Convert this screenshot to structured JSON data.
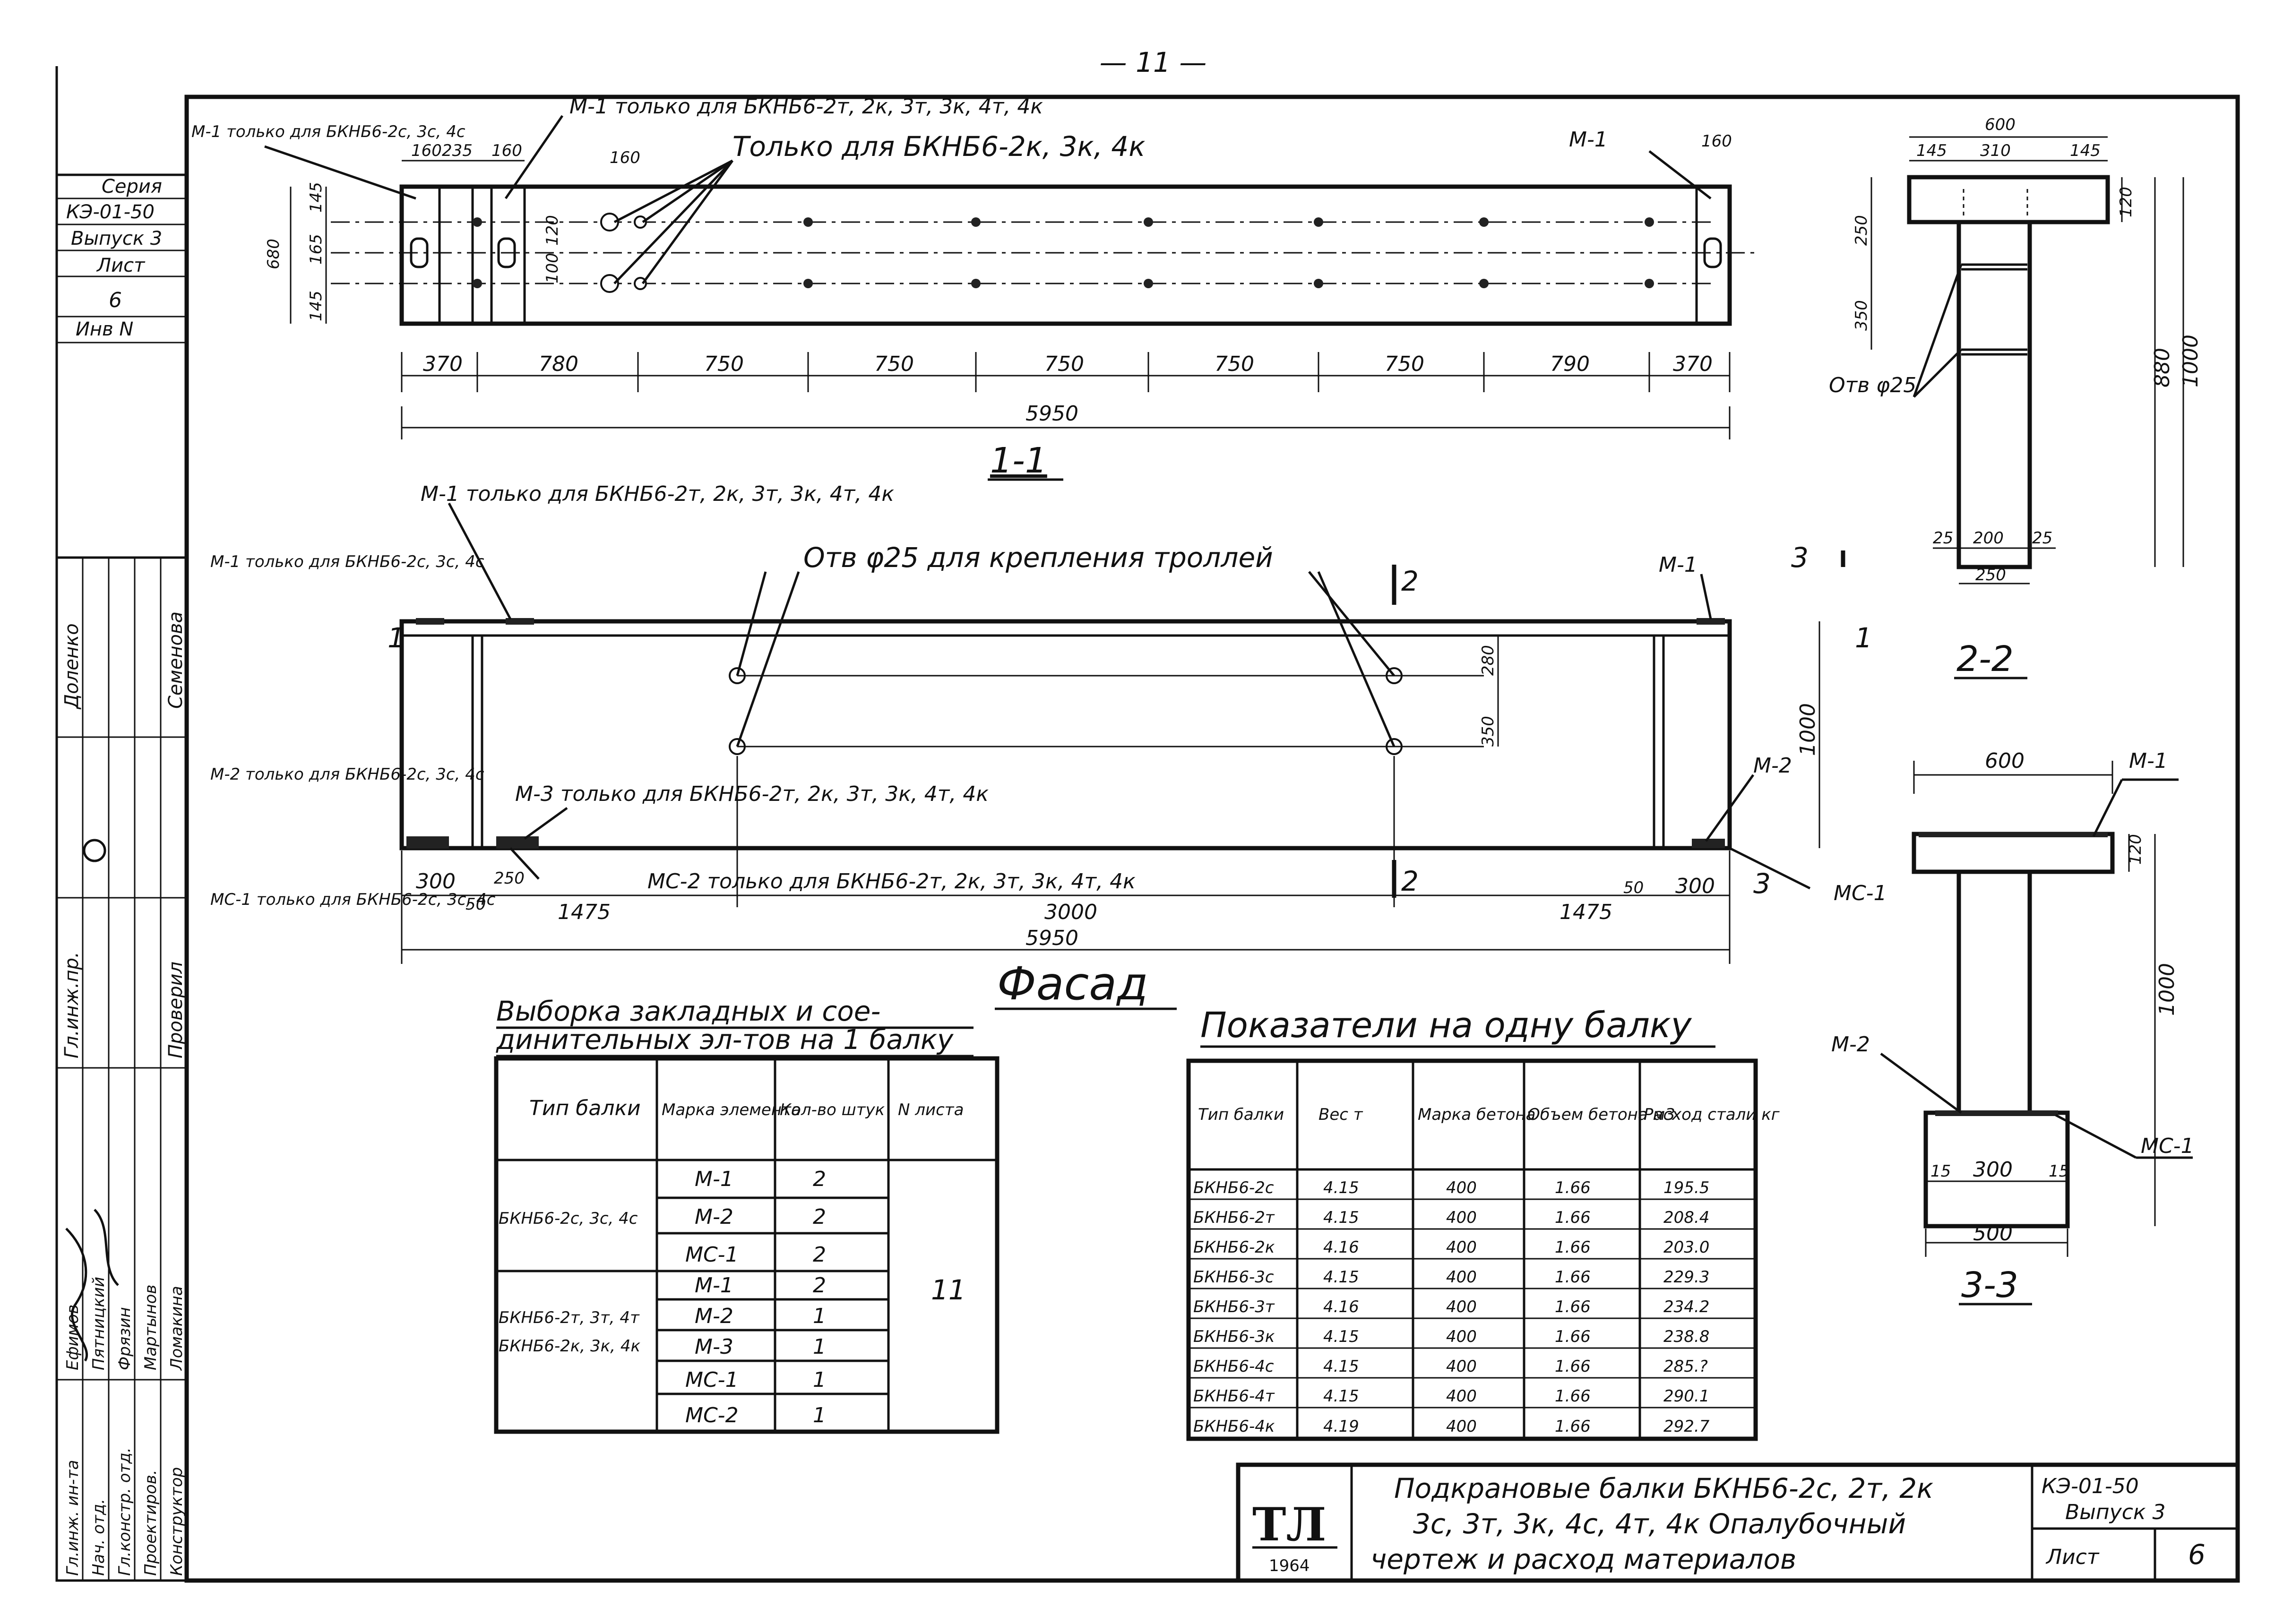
{
  "page_number": "— 11 —",
  "side_stamp": {
    "seriya_label": "Серия",
    "seriya_value": "КЭ-01-50",
    "vypusk": "Выпуск 3",
    "list_label": "Лист",
    "list_value": "6",
    "inv_label": "Инв N",
    "roles": [
      "Гл.инж. ин-та",
      "Нач. отд.",
      "Гл.констр. отд.",
      "Проектиров.",
      "Конструктор"
    ],
    "names": [
      "Ефимов",
      "Пятницкий",
      "Фрязин",
      "Мартынов",
      "Ломакина"
    ],
    "extra_roles": [
      "Гл.инж.пр.",
      "Проверил"
    ],
    "extra_names": [
      "Доленко",
      "Семенова"
    ]
  },
  "section_1_1": {
    "title": "1-1",
    "note_m1_top": "М-1 только для БКНБ6-2т, 2к, 3т, 3к, 4т, 4к",
    "note_m1_left": "М-1 только для БКНБ6-2с, 3с, 4с",
    "note_holes": "Только для БКНБ6-2к, 3к, 4к",
    "m1_right": "М-1",
    "dims_top": [
      "160",
      "235",
      "160",
      "160",
      "160"
    ],
    "dims_left": [
      "680",
      "145",
      "165",
      "145",
      "120",
      "100"
    ],
    "spans": [
      "370",
      "780",
      "750",
      "750",
      "750",
      "750",
      "750",
      "790",
      "370"
    ],
    "total": "5950"
  },
  "facade": {
    "title": "Фасад",
    "note_m1_top": "М-1 только для БКНБ6-2т, 2к, 3т, 3к, 4т, 4к",
    "note_m1_left": "М-1 только для БКНБ6-2с, 3с, 4с",
    "note_holes": "Отв φ25 для крепления троллей",
    "note_m2": "М-2 только для БКНБ6-2с, 3с, 4с",
    "note_m3": "М-3 только для БКНБ6-2т, 2к, 3т, 3к, 4т, 4к",
    "note_mc1": "МС-1 только для БКНБ6-2с, 3с, 4с",
    "note_mc2": "МС-2 только для БКНБ6-2т, 2к, 3т, 3к, 4т, 4к",
    "label_m1_right": "М-1",
    "label_m2_right": "М-2",
    "label_mc1_right": "МС-1",
    "cut_1": "1",
    "cut_2": "2",
    "cut_3": "3",
    "dims_v": [
      "280",
      "350",
      "1000"
    ],
    "dims_bottom": [
      "300",
      "50",
      "1475",
      "3000",
      "1475",
      "50",
      "300"
    ],
    "dim_250": "250",
    "total": "5950"
  },
  "section_2_2": {
    "title": "2-2",
    "dims": [
      "600",
      "145",
      "310",
      "145",
      "120",
      "250",
      "350",
      "880",
      "1000",
      "25",
      "200",
      "25",
      "250"
    ],
    "holes_note": "Отв φ25"
  },
  "section_3_3": {
    "title": "3-3",
    "dims": [
      "600",
      "120",
      "1000",
      "15",
      "300",
      "15",
      "500"
    ],
    "label_m1": "М-1",
    "label_m2": "М-2",
    "label_mc1": "МС-1"
  },
  "embedded_table": {
    "title_line1": "Выборка закладных и сое-",
    "title_line2": "динительных эл-тов на 1 балку",
    "headers": [
      "Тип балки",
      "Марка элемента",
      "Кол-во штук",
      "N листа"
    ],
    "group_1_type": "БКНБ6-2с, 3с, 4с",
    "group_1_rows": [
      [
        "М-1",
        "2"
      ],
      [
        "М-2",
        "2"
      ],
      [
        "МС-1",
        "2"
      ]
    ],
    "group_2_type_1": "БКНБ6-2т, 3т, 4т",
    "group_2_type_2": "БКНБ6-2к, 3к, 4к",
    "group_2_rows": [
      [
        "М-1",
        "2"
      ],
      [
        "М-2",
        "1"
      ],
      [
        "М-3",
        "1"
      ],
      [
        "МС-1",
        "1"
      ],
      [
        "МС-2",
        "1"
      ]
    ],
    "sheet_no": "11"
  },
  "indicators_table": {
    "title": "Показатели на одну балку",
    "headers": [
      "Тип балки",
      "Вес т",
      "Марка бетона",
      "Объем бетона м3",
      "Расход стали кг"
    ],
    "rows": [
      [
        "БКНБ6-2с",
        "4.15",
        "400",
        "1.66",
        "195.5"
      ],
      [
        "БКНБ6-2т",
        "4.15",
        "400",
        "1.66",
        "208.4"
      ],
      [
        "БКНБ6-2к",
        "4.16",
        "400",
        "1.66",
        "203.0"
      ],
      [
        "БКНБ6-3с",
        "4.15",
        "400",
        "1.66",
        "229.3"
      ],
      [
        "БКНБ6-3т",
        "4.16",
        "400",
        "1.66",
        "234.2"
      ],
      [
        "БКНБ6-3к",
        "4.15",
        "400",
        "1.66",
        "238.8"
      ],
      [
        "БКНБ6-4с",
        "4.15",
        "400",
        "1.66",
        "285.?"
      ],
      [
        "БКНБ6-4т",
        "4.15",
        "400",
        "1.66",
        "290.1"
      ],
      [
        "БКНБ6-4к",
        "4.19",
        "400",
        "1.66",
        "292.7"
      ]
    ]
  },
  "title_block": {
    "logo": "ТЛ",
    "year": "1964",
    "title_line1": "Подкрановые балки БКНБ6-2с, 2т, 2к",
    "title_line2": "3с, 3т, 3к, 4с, 4т, 4к Опалубочный",
    "title_line3": "чертеж и расход материалов",
    "series": "КЭ-01-50",
    "issue": "Выпуск 3",
    "sheet_label": "Лист",
    "sheet_value": "6"
  }
}
